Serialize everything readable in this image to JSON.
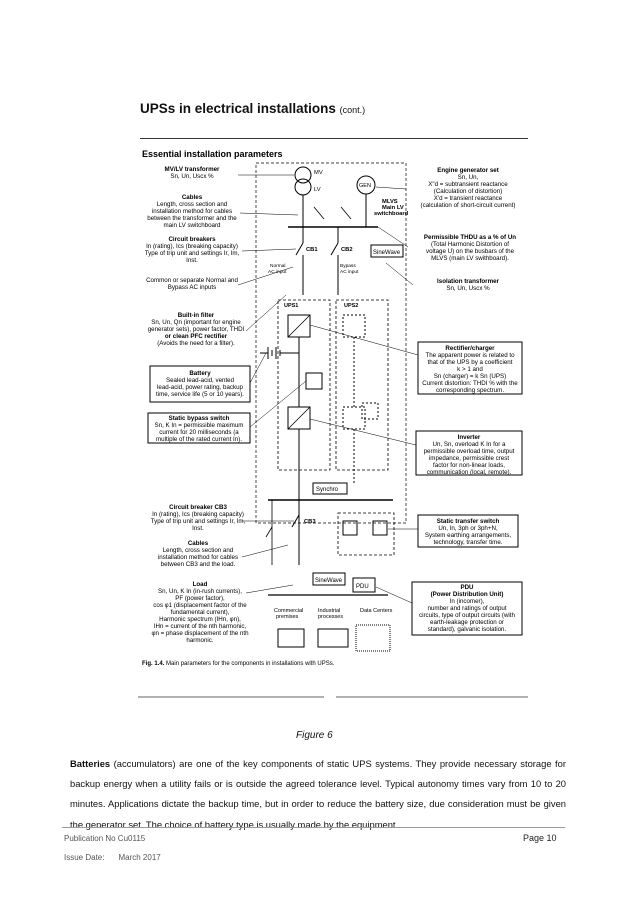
{
  "doc": {
    "title": "UPSs in electrical installations",
    "title_suffix": "(cont.)",
    "figure_caption": "Figure 6",
    "para_lead": "Batteries",
    "para_text": " (accumulators) are one of the key components of static UPS systems. They provide necessary storage for backup energy when a utility fails or is outside the agreed tolerance level. Typical autonomy times vary from 10 to 20 minutes. Applications dictate the backup time, but in order to reduce the battery size, due consideration must be given the generator set. The choice of battery type is usually made by the equipment",
    "publication": "Publication No Cu0115",
    "issue_label": "Issue Date:",
    "issue_date": "March 2017",
    "page_no": "Page 10"
  },
  "figure": {
    "heading": "Essential installation parameters",
    "fig_label": "Fig. 1.4.",
    "fig_text": "Main parameters for the components in installations with UPSs.",
    "mvlv_title": "MV/LV transformer",
    "mvlv_body": "Sn, Un, Uscx %",
    "cables1_title": "Cables",
    "cables1_l1": "Length, cross section and",
    "cables1_l2": "installation method for cables",
    "cables1_l3": "between the transformer and the",
    "cables1_l4": "main LV switchboard",
    "cb_title": "Circuit breakers",
    "cb_l1": "In (rating), Ics (breaking capacity)",
    "cb_l2": "Type of trip unit and settings Ir, Im,",
    "cb_l3": "Inst.",
    "common_l1": "Common or separate Normal and",
    "common_l2": "Bypass AC inputs",
    "filter_title": "Built-in filter",
    "filter_l1": "Sn, Un, Qn (important for engine",
    "filter_l2": "generator sets), power factor, THDI",
    "filter_l3": "or clean PFC rectifier",
    "filter_l4": "(Avoids the need for a filter).",
    "battery_title": "Battery",
    "battery_l1": "Sealed lead-acid, vented",
    "battery_l2": "lead-acid, power rating, backup",
    "battery_l3": "time, service life (5 or 10 years).",
    "sbs_title": "Static bypass switch",
    "sbs_l1": "Sn, K In = permissible maximum",
    "sbs_l2": "current for 20 milliseconds (a",
    "sbs_l3": "multiple of the rated current In).",
    "cb3_title": "Circuit breaker CB3",
    "cb3_l1": "In (rating), Ics (breaking capacity)",
    "cb3_l2": "Type of trip unit and settings Ir, Im,",
    "cb3_l3": "Inst.",
    "cables2_title": "Cables",
    "cables2_l1": "Length, cross section and",
    "cables2_l2": "installation method for cables",
    "cables2_l3": "between CB3 and the load.",
    "load_title": "Load",
    "load_l1": "Sn, Un, K In (in-rush currents),",
    "load_l2": "PF (power factor),",
    "load_l3": "cos φ1 (displacement factor of the",
    "load_l4": "fundamental current),",
    "load_l5": "Harmonic spectrum (IHn, φn),",
    "load_l6": "IHn = current of the nth harmonic,",
    "load_l7": "φn = phase displacement of the nth",
    "load_l8": "harmonic.",
    "gen_title": "Engine generator set",
    "gen_l1": "Sn, Un,",
    "gen_l2": "X\"d = subtransient reactance",
    "gen_l3": "(Calculation of distortion)",
    "gen_l4": "X'd = transient reactance",
    "gen_l5": "(calculation of short-circuit current)",
    "thdu_title": "Permissible THDU as a % of Un",
    "thdu_l1": "(Total Harmonic Distortion of",
    "thdu_l2": "voltage U) on the busbars of the",
    "thdu_l3": "MLVS (main LV swithboard).",
    "iso_title": "Isolation transformer",
    "iso_l1": "Sn, Un, Uscx %",
    "rect_title": "Rectifier/charger",
    "rect_l1": "The apparent power is related to",
    "rect_l2": "that of the UPS by a coefficient",
    "rect_l3": "k > 1 and",
    "rect_l4": "Sn (charger) = k Sn (UPS)",
    "rect_l5": "Current distortion: THDI % with the",
    "rect_l6": "corresponding spectrum.",
    "inv_title": "Inverter",
    "inv_l1": "Un, Sn, overload K In for a",
    "inv_l2": "permissible overload time, output",
    "inv_l3": "impedance, permissible crest",
    "inv_l4": "factor for non-linear loads,",
    "inv_l5": "communication (local, remote).",
    "sts_title": "Static transfer switch",
    "sts_l1": "Un, In, 3ph or 3ph+N,",
    "sts_l2": "System earthing arrangements,",
    "sts_l3": "technology, transfer time.",
    "pdu_title": "PDU",
    "pdu_sub": "(Power Distribution Unit)",
    "pdu_l1": "In (incomer),",
    "pdu_l2": "number and ratings of output",
    "pdu_l3": "circuits, type of output circuits (with",
    "pdu_l4": "earth-leakage protection or",
    "pdu_l5": "standard), galvanic isolation.",
    "mv": "MV",
    "lv": "LV",
    "gen": "GEN",
    "mlvs_l1": "MLVS",
    "mlvs_l2": "Main LV",
    "mlvs_l3": "switchboard",
    "cb1": "CB1",
    "cb2": "CB2",
    "cb3": "CB3",
    "normal_l1": "Normal",
    "normal_l2": "AC input",
    "bypass_l1": "Bypass",
    "bypass_l2": "AC input",
    "sinewave": "SineWave",
    "ups1": "UPS1",
    "ups2": "UPS2",
    "synchro": "Synchro",
    "pdu_box": "PDU",
    "commercial_l1": "Commercial",
    "commercial_l2": "premises",
    "industrial_l1": "Industrial",
    "industrial_l2": "processes",
    "datacenters": "Data Centers"
  }
}
